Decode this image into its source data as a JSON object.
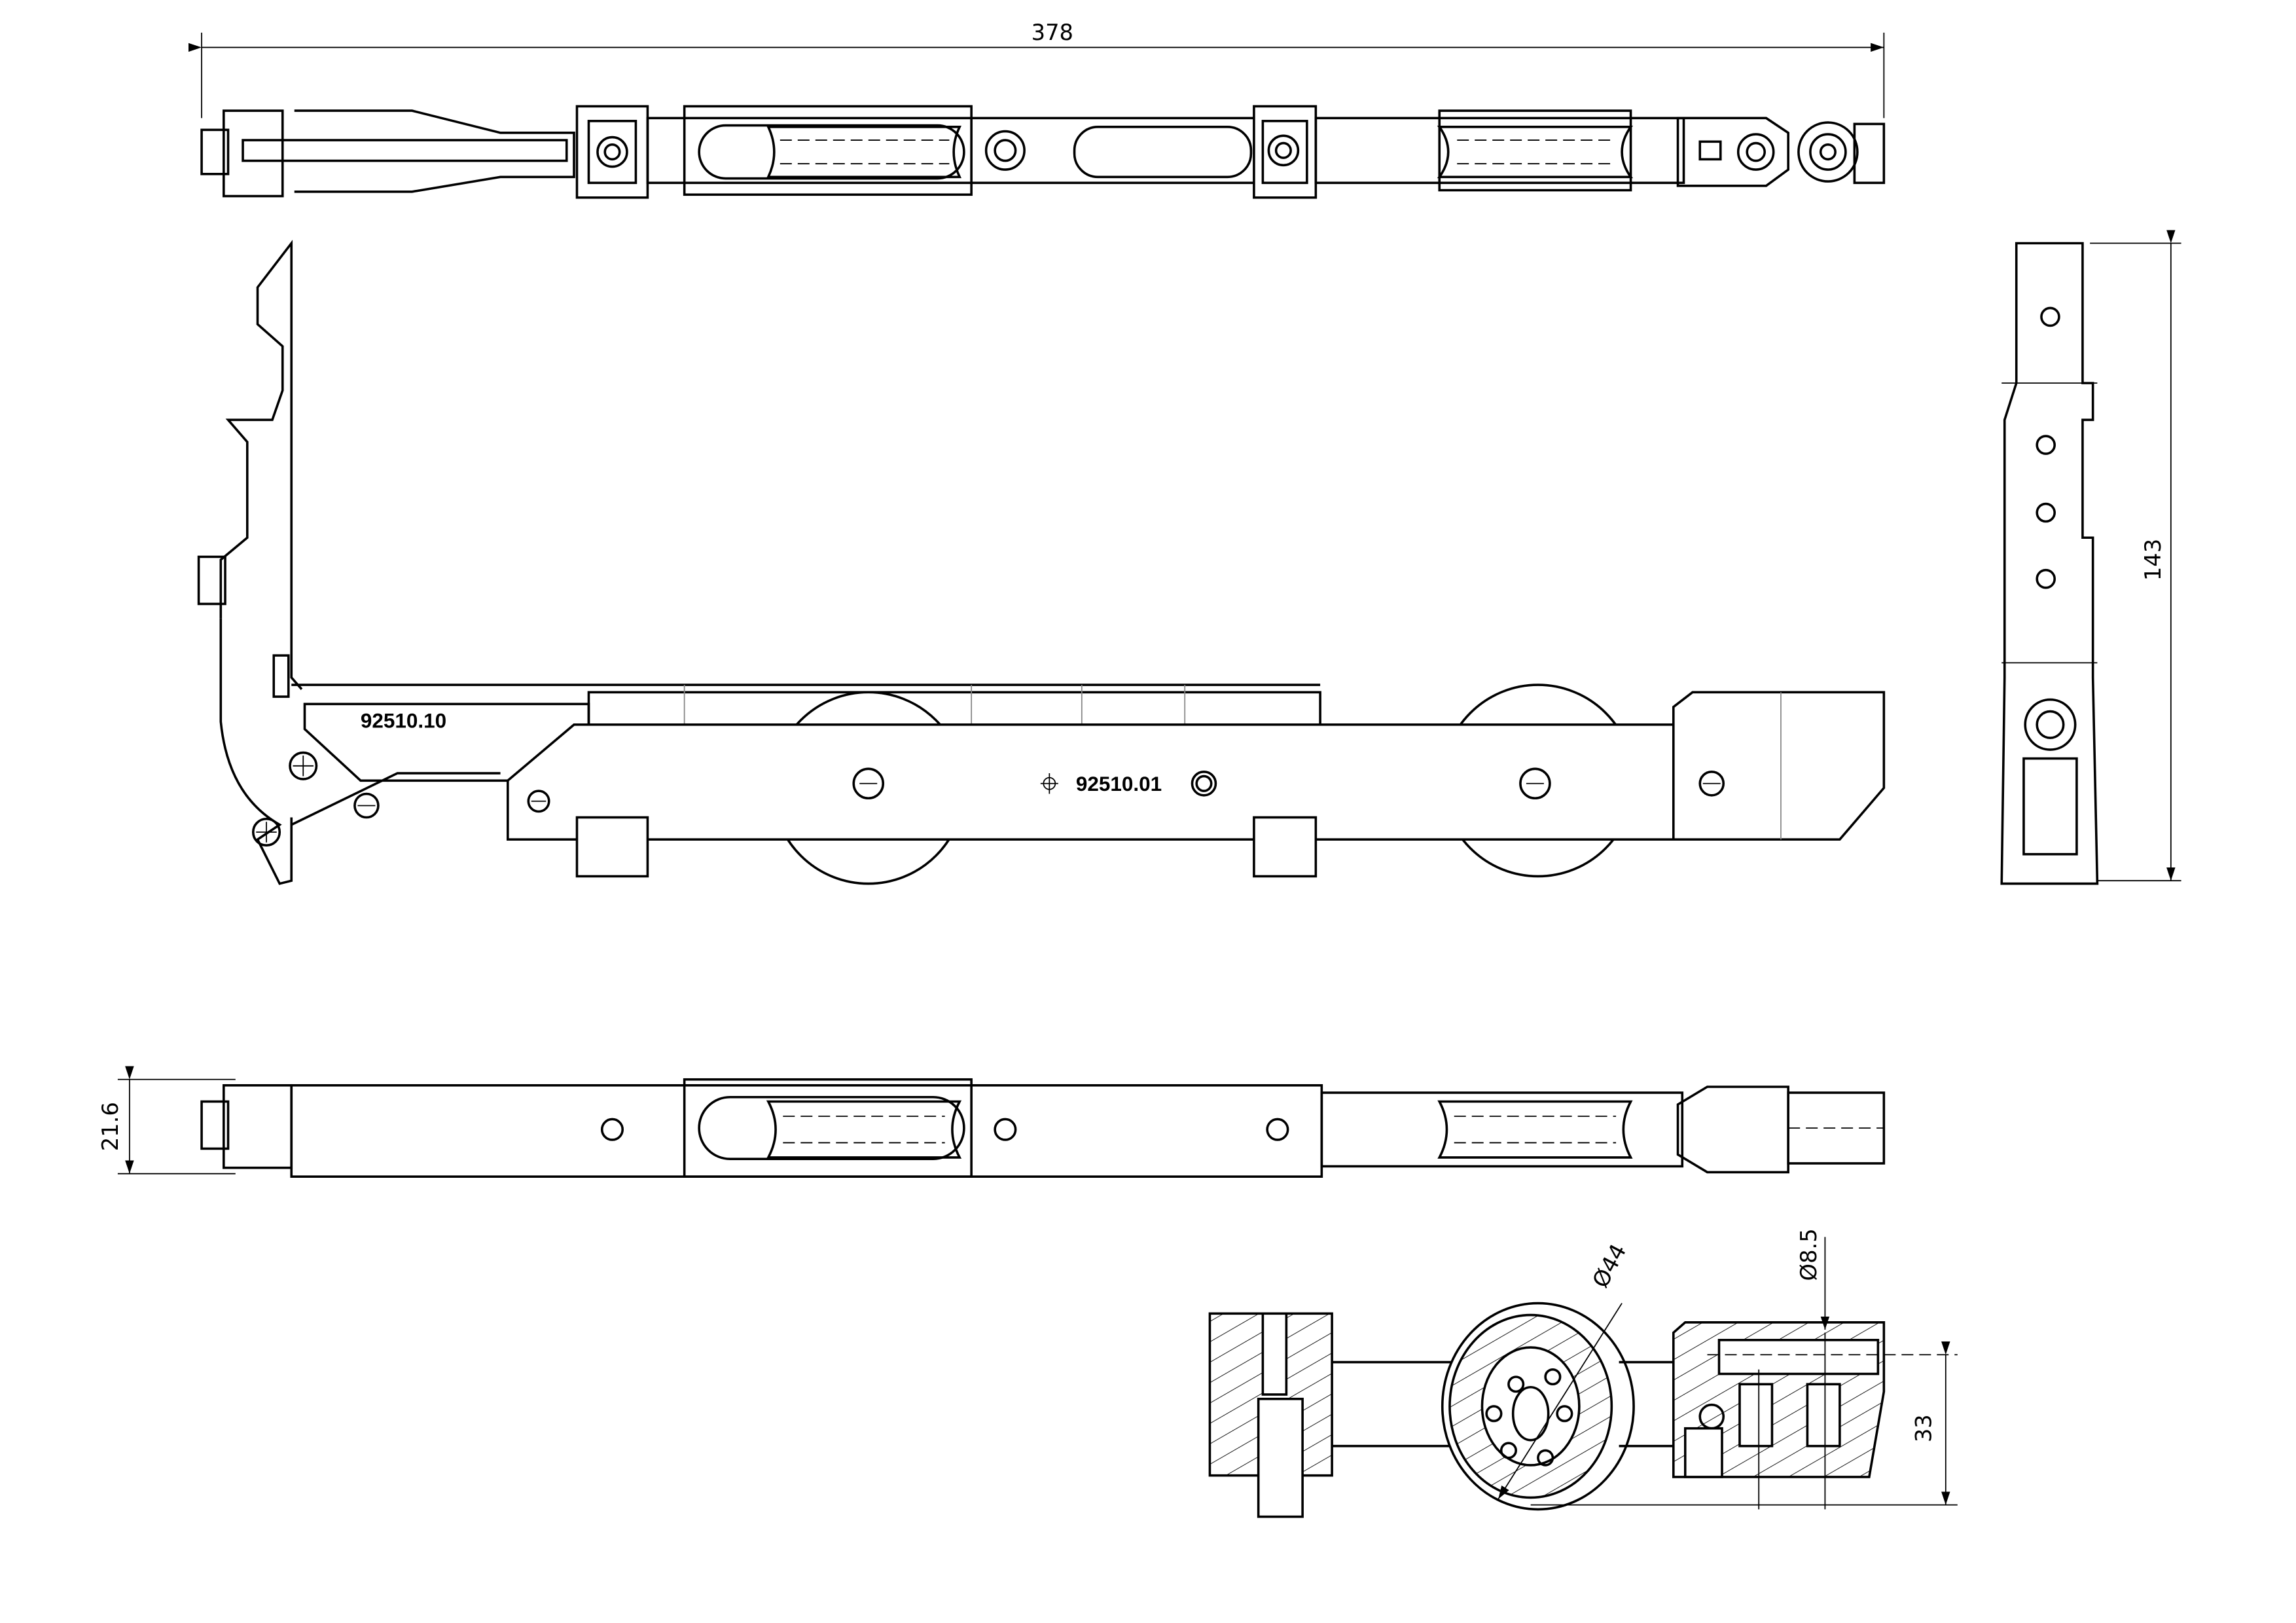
{
  "drawing": {
    "dimensions": {
      "overall_length": "378",
      "height": "143",
      "thickness": "21.6",
      "wheel_diameter": "Ø44",
      "bore_diameter": "Ø8.5",
      "section_height": "33"
    },
    "part_numbers": {
      "bracket": "92510.10",
      "carriage": "92510.01"
    },
    "line_color": "#000000",
    "background": "#ffffff"
  }
}
